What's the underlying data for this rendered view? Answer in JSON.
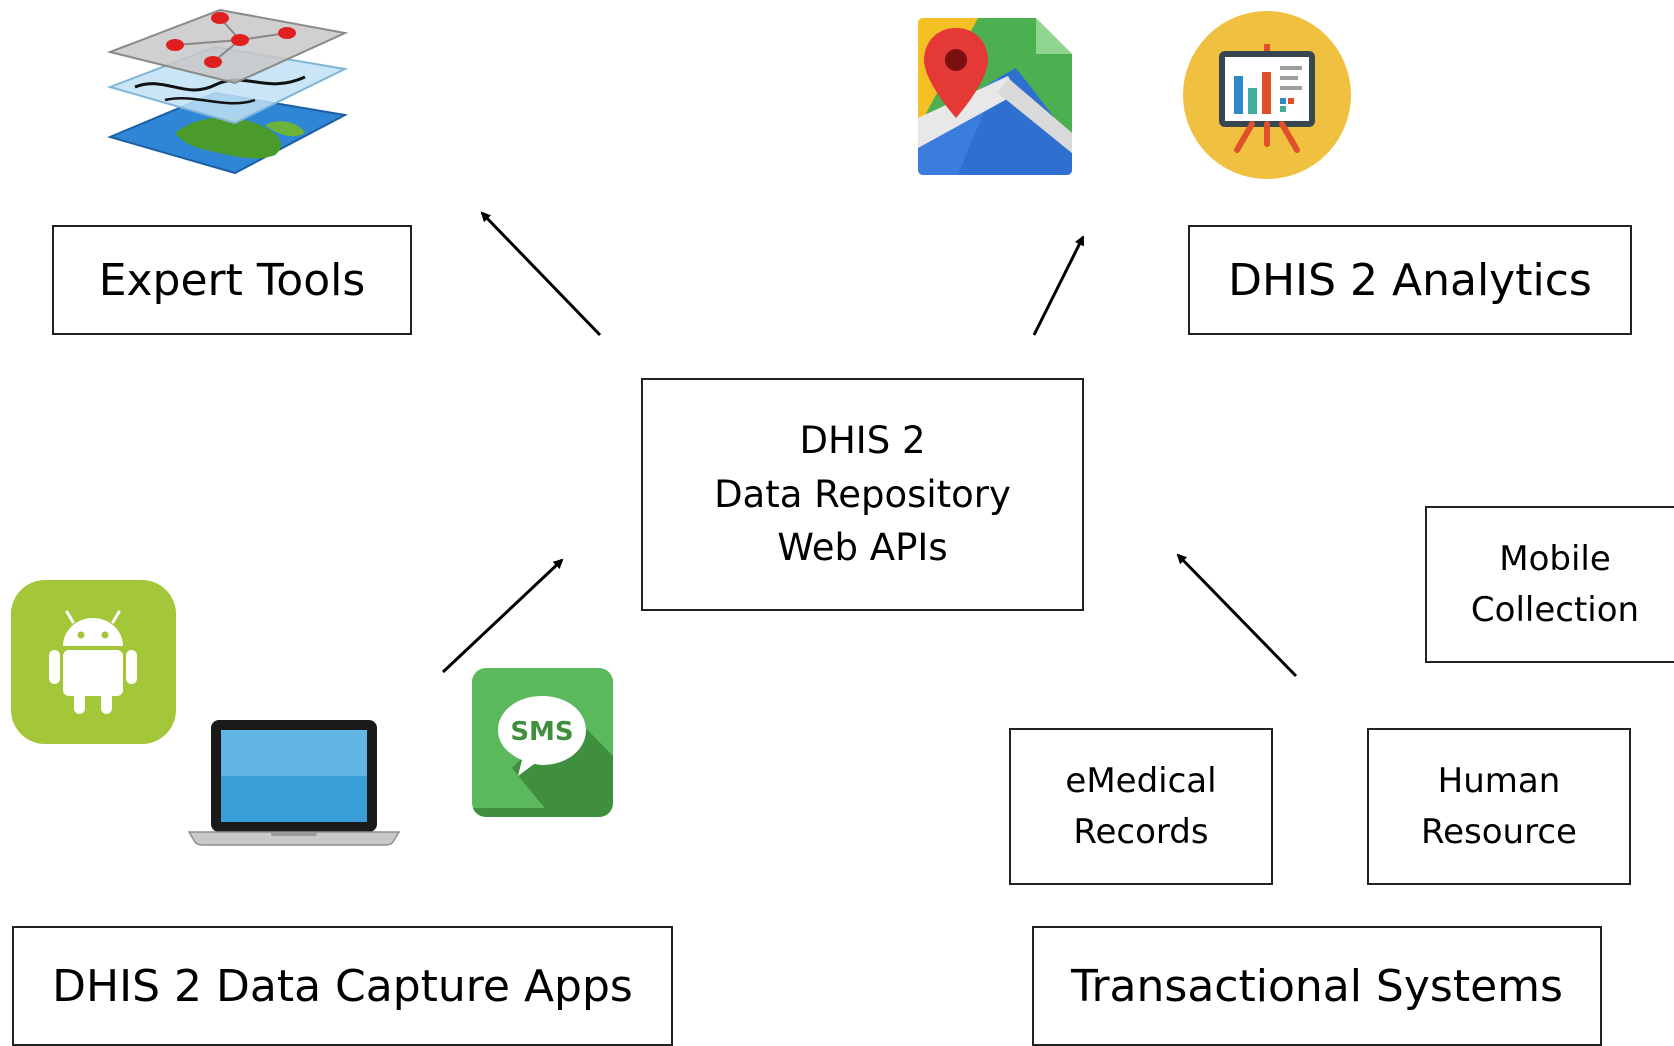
{
  "nodes": {
    "expert_tools": "Expert Tools",
    "analytics": "DHIS 2 Analytics",
    "core": "DHIS 2\nData Repository\nWeb APIs",
    "mobile_collection": "Mobile\nCollection",
    "emedical_records": "eMedical\nRecords",
    "human_resource": "Human\nResource",
    "data_capture_apps": "DHIS 2 Data Capture Apps",
    "transactional_systems": "Transactional Systems"
  },
  "icons": {
    "gis_layers": "map-layers-icon",
    "maps": "google-maps-icon",
    "presentation": "presentation-chart-icon",
    "android": "android-icon",
    "laptop": "laptop-icon",
    "sms": "sms-icon",
    "sms_text": "SMS"
  },
  "colors": {
    "android_bg": "#a4c639",
    "sms_bg": "#5cb85c",
    "sms_dark": "#3f8f3f",
    "presentation_bg": "#f0c040",
    "maps_green": "#4caf50",
    "maps_blue": "#3b7ddd",
    "maps_red": "#e53935",
    "maps_yellow": "#f5c026"
  },
  "arrows": [
    {
      "name": "arrow-to-expert-tools",
      "from": "core",
      "to": "expert_tools"
    },
    {
      "name": "arrow-to-analytics",
      "from": "core",
      "to": "analytics"
    },
    {
      "name": "arrow-from-data-capture",
      "from": "data_capture_apps",
      "to": "core"
    },
    {
      "name": "arrow-from-transactional",
      "from": "transactional_systems",
      "to": "core"
    }
  ]
}
